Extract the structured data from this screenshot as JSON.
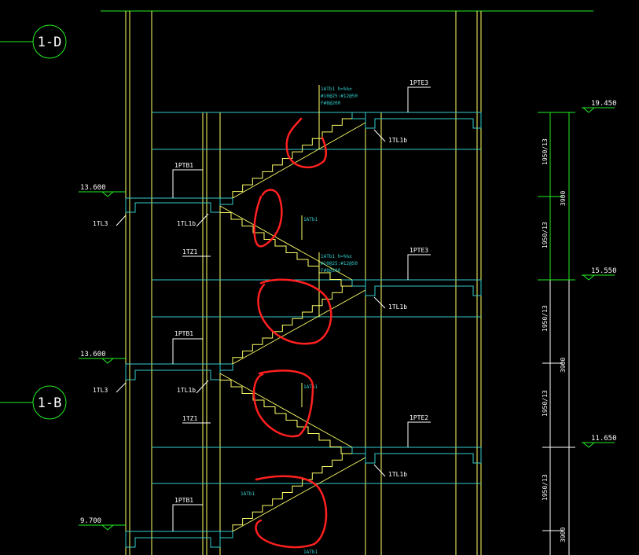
{
  "colors": {
    "background": "#000000",
    "yellow": "#ffff66",
    "cyan": "#33cccc",
    "green": "#22ee22",
    "white": "#ffffff",
    "red": "#ff2020"
  },
  "axes": {
    "top": "1-D",
    "middle": "1-B"
  },
  "elevations": {
    "left_upper": "13.600",
    "left_middle": "13.600",
    "left_lower": "9.700",
    "right_top": "19.450",
    "right_mid": "15.550",
    "right_low": "11.650"
  },
  "labels": {
    "tl3": "1TL3",
    "tl1b": "1TL1b",
    "tz1": "1TZ1",
    "ptb1": "1PTB1",
    "pte3": "1PTE3",
    "pte2": "1PTE2",
    "at1": "1ATb1",
    "at_note_1": "1ATb1 h=%%±",
    "at_note_2": "#10@25:#12@50",
    "at_note_3": "F#8@200"
  },
  "dims": {
    "d1950": "1950/13",
    "d3900": "3900"
  }
}
